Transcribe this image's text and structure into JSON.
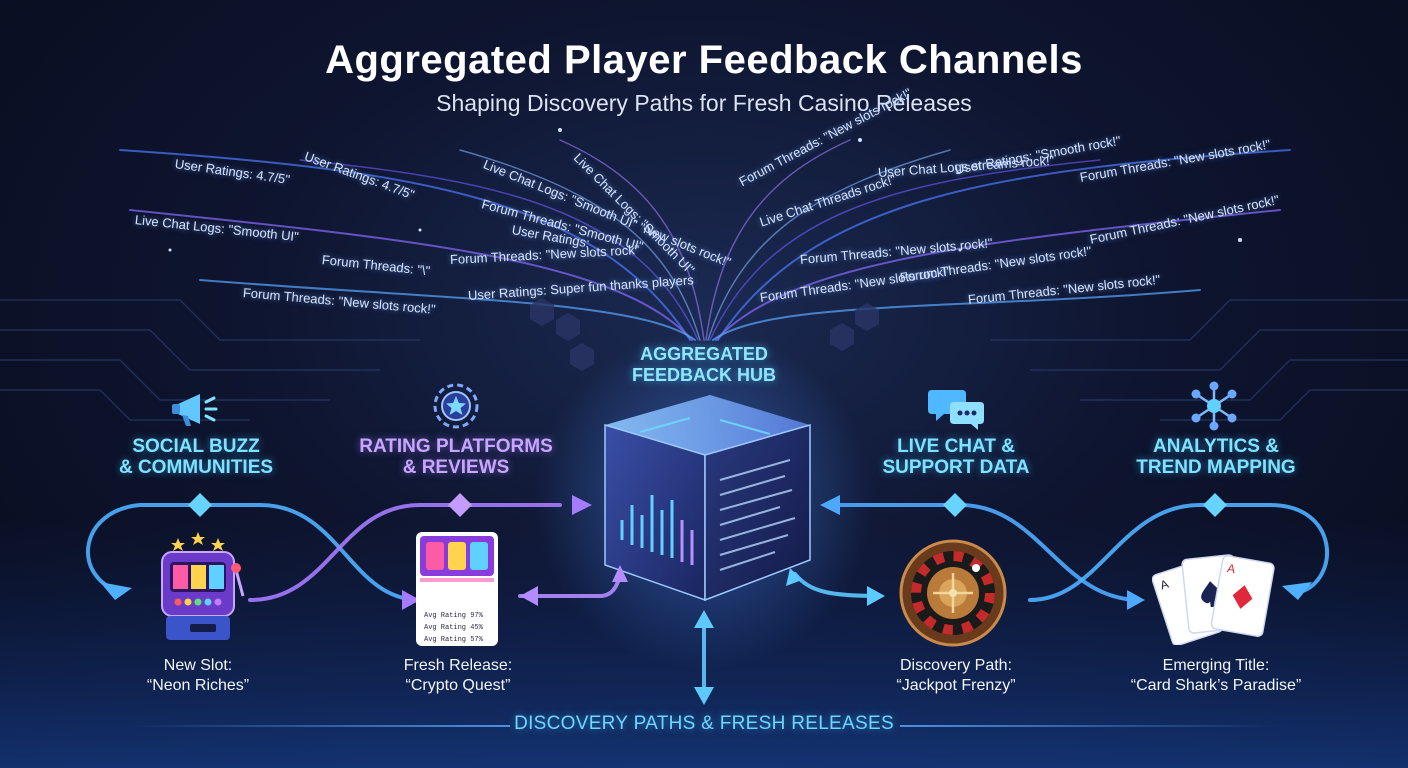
{
  "title": "Aggregated Player Feedback Channels",
  "subtitle": "Shaping Discovery Paths for Fresh Casino Releases",
  "hub": {
    "line1": "AGGREGATED",
    "line2": "FEEDBACK HUB"
  },
  "categories": [
    {
      "line1": "SOCIAL BUZZ",
      "line2": "& COMMUNITIES",
      "icon": "megaphone-icon"
    },
    {
      "line1": "RATING PLATFORMS",
      "line2": "& REVIEWS",
      "icon": "star-badge-icon"
    },
    {
      "line1": "LIVE CHAT &",
      "line2": "SUPPORT DATA",
      "icon": "chat-bubbles-icon"
    },
    {
      "line1": "ANALYTICS &",
      "line2": "TREND MAPPING",
      "icon": "network-nodes-icon"
    }
  ],
  "items": [
    {
      "line1": "New Slot:",
      "line2": "“Neon Riches”",
      "icon": "slot-machine-icon"
    },
    {
      "line1": "Fresh Release:",
      "line2": "“Crypto Quest”",
      "icon": "game-card-icon"
    },
    {
      "line1": "Discovery Path:",
      "line2": "“Jackpot Frenzy”",
      "icon": "roulette-icon"
    },
    {
      "line1": "Emerging Title:",
      "line2": "“Card Shark’s Paradise”",
      "icon": "playing-cards-icon"
    }
  ],
  "streams": [
    "User Ratings: 4.7/5\"",
    "User Ratings: 4.7/5\"",
    "Live Chat Logs: \"Smooth UI\"",
    "Live Chat Logs: \"Smooth UI\" \"New slots rock!\"",
    "Live Chat Logs: \"Smooth UI\"",
    "Forum Threads: \"Smooth UI\"",
    "User Ratings:",
    "Forum Threads: \"\\\"",
    "Forum Threads: \"New slots rock\"",
    "Forum Threads: \"New slots rock!\"",
    "User Ratings: Super fun thanks players",
    "Forum Threads: \"New slots rock!\"",
    "User Chat Logs streams rock!\"",
    "User Ratings: \"Smooth rock!\"",
    "Forum Threads: \"New slots rock!\"",
    "Forum Threads: \"New slots rock!\"",
    "Forum Threads: \"New slots rock!\"",
    "Forum Threads: \"New slots rock!\"",
    "Forum Threads: \"New slots rock!\"",
    "Live Chat Threads rock!\"",
    "Forum Threads: \"New slots rock!\""
  ],
  "card_rows": [
    "Avg Rating  97%",
    "Avg Rating  45%",
    "Avg Rating  57%"
  ],
  "bottom_label": "DISCOVERY PATHS & FRESH RELEASES",
  "colors": {
    "cyan": "#5cd6ff",
    "purple": "#b48cff",
    "blue": "#4d8dff"
  }
}
